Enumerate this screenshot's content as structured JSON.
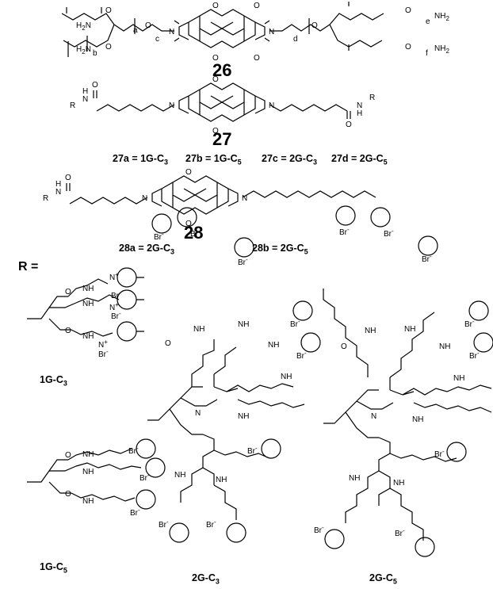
{
  "compounds": [
    {
      "id": "26"
    },
    {
      "id": "27"
    },
    {
      "id": "28"
    }
  ],
  "variants_27": [
    "27a = 1G-C3",
    "27b = 1G-C5",
    "27c = 2G-C3",
    "27d = 2G-C5"
  ],
  "variants_28": [
    "28a = 2G-C3",
    "28b = 2G-C5"
  ],
  "r_label": "R =",
  "dendrons": [
    "1G-C3",
    "1G-C5",
    "2G-C3",
    "2G-C5"
  ],
  "atoms": {
    "N": "N",
    "O": "O",
    "H": "H",
    "R": "R",
    "NH": "NH",
    "H2N": "H2N",
    "NH2": "NH2",
    "N_plus": "N+",
    "Br_minus": "Br-",
    "a": "a",
    "b": "b",
    "c": "c",
    "d": "d",
    "e": "e",
    "f": "f"
  },
  "colors": {
    "ink": "#000000",
    "background": "#ffffff"
  }
}
